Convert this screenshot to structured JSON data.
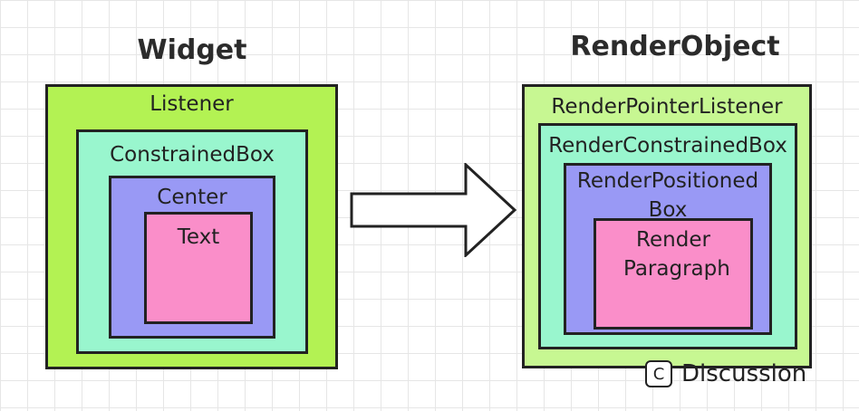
{
  "widget_tree": {
    "heading": "Widget",
    "listener": "Listener",
    "constrained_box": "ConstrainedBox",
    "center": "Center",
    "text": "Text"
  },
  "render_tree": {
    "heading": "RenderObject",
    "pointer_listener": "RenderPointerListener",
    "constrained_box": "RenderConstrainedBox",
    "positioned_box": "RenderPositioned Box",
    "paragraph": "Render Paragraph"
  },
  "discussion": {
    "icon": "C",
    "label": "Discussion"
  },
  "colors": {
    "listener": "#b3f253",
    "constrained_box": "#99f6ce",
    "center": "#9999f5",
    "text": "#fa8ec9",
    "render_pointer_listener": "#c7f792",
    "grid": "#e6e6e6",
    "border": "#222222"
  }
}
